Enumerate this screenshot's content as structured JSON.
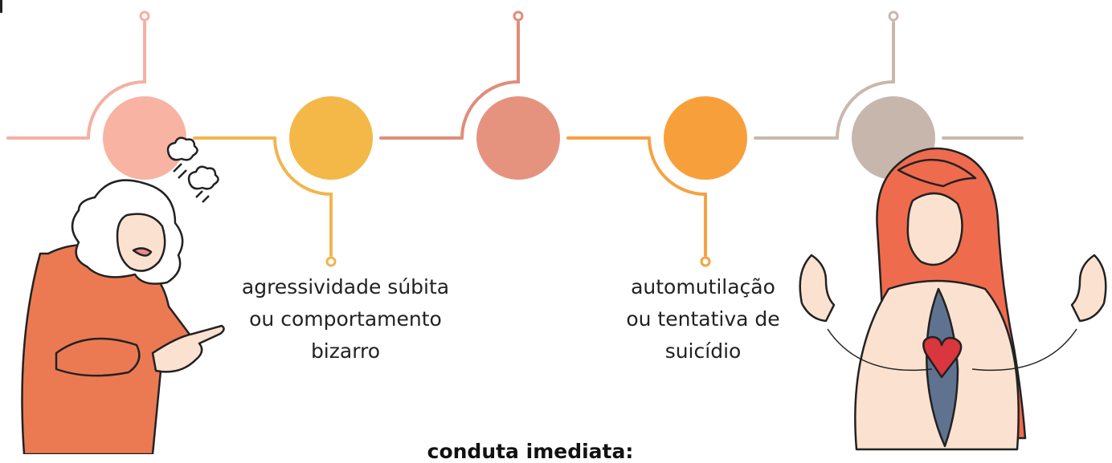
{
  "nodes": [
    {
      "color": "#F8B3A3",
      "line": "#F4B0A2"
    },
    {
      "color": "#F4B848",
      "line": "#F2B54E"
    },
    {
      "color": "#E5937E",
      "line": "#E08D7A"
    },
    {
      "color": "#F7A03B",
      "line": "#F5A242"
    },
    {
      "color": "#C7B6AB",
      "line": "#C9B8AD"
    }
  ],
  "labels": {
    "first": {
      "line1": "agressividade súbita",
      "line2": "ou comportamento",
      "line3": "bizarro"
    },
    "second": {
      "line1": "automutilação",
      "line2": "ou tentativa de",
      "line3": "suicídio"
    }
  },
  "footer": "conduta imediata:",
  "illustrations": [
    {
      "name": "angry-elderly-woman-pointing"
    },
    {
      "name": "sad-woman-with-stitched-heart"
    }
  ]
}
